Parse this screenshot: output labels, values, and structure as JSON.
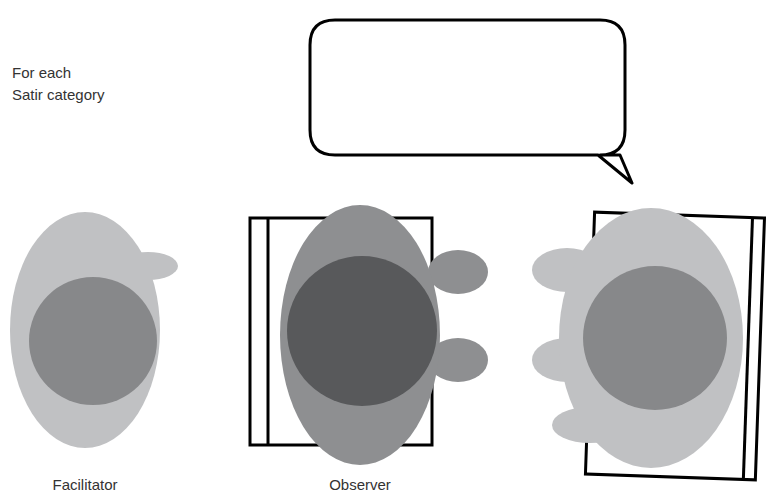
{
  "diagram": {
    "labels": [
      "For each Satir category",
      "Facilitator",
      "Observer"
    ]
  }
}
